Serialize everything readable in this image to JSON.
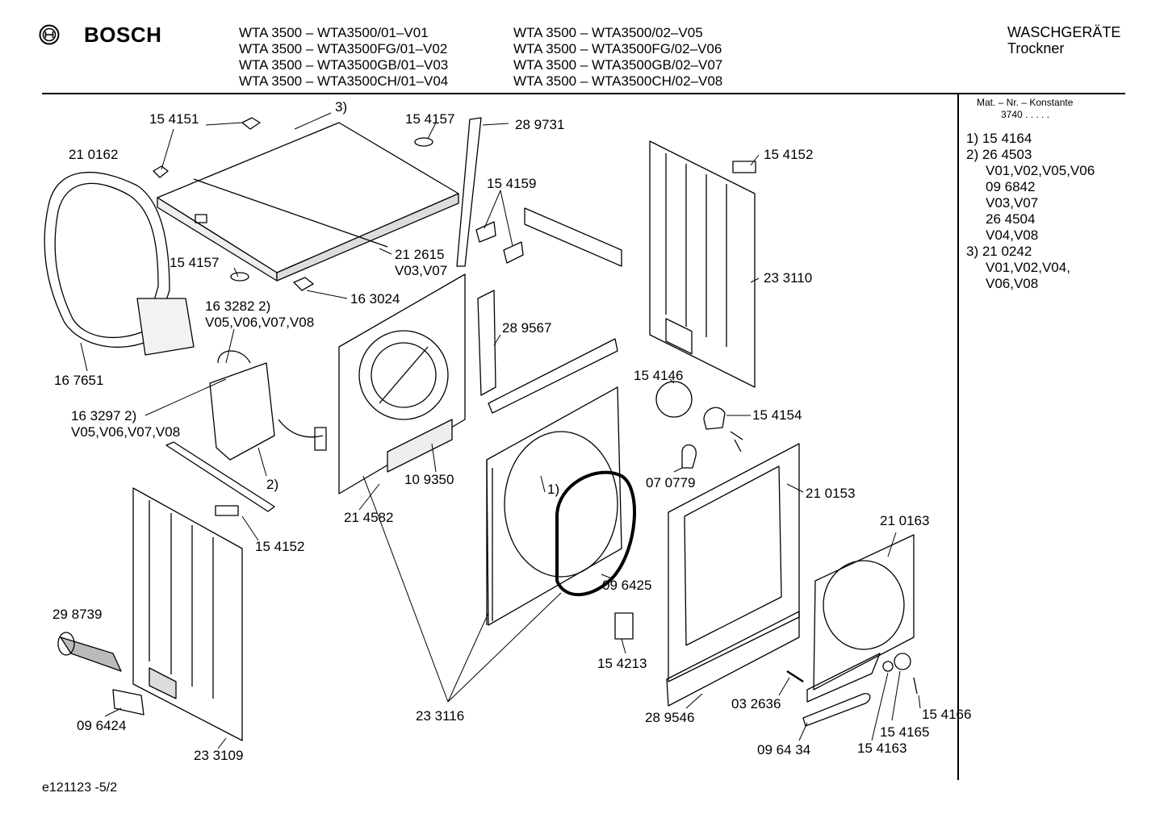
{
  "header": {
    "brand": "BOSCH",
    "models_left": [
      "WTA 3500 – WTA3500/01–V01",
      "WTA 3500 – WTA3500FG/01–V02",
      "WTA 3500 – WTA3500GB/01–V03",
      "WTA 3500 – WTA3500CH/01–V04"
    ],
    "models_right": [
      "WTA 3500 – WTA3500/02–V05",
      "WTA 3500 – WTA3500FG/02–V06",
      "WTA 3500 – WTA3500GB/02–V07",
      "WTA 3500 – WTA3500CH/02–V08"
    ],
    "category": "WASCHGERÄTE",
    "subcategory": "Trockner"
  },
  "sidebar": {
    "matnr_label": "Mat. – Nr. – Konstante",
    "matnr_value": "3740  .  .  .  .  .",
    "notes": [
      "1) 15 4164",
      "2) 26 4503",
      "V01,V02,V05,V06",
      "09 6842",
      "V03,V07",
      "26 4504",
      "V04,V08",
      "3) 21 0242",
      "V01,V02,V04,",
      "V06,V08"
    ]
  },
  "parts": [
    {
      "text": "15 4151"
    },
    {
      "text": "3)"
    },
    {
      "text": "21 0162"
    },
    {
      "text": "15 4157"
    },
    {
      "text": "28 9731"
    },
    {
      "text": "15 4152"
    },
    {
      "text": "15 4159"
    },
    {
      "text": "15 4157"
    },
    {
      "text": "21 2615"
    },
    {
      "text": "V03,V07"
    },
    {
      "text": "16 3024"
    },
    {
      "text": "16 3282 2)"
    },
    {
      "text": "V05,V06,V07,V08"
    },
    {
      "text": "23 3110"
    },
    {
      "text": "28 9567"
    },
    {
      "text": "16 7651"
    },
    {
      "text": "15 4146"
    },
    {
      "text": "15 4154"
    },
    {
      "text": "16 3297 2)"
    },
    {
      "text": "V05,V06,V07,V08"
    },
    {
      "text": "2)"
    },
    {
      "text": "10 9350"
    },
    {
      "text": "1)"
    },
    {
      "text": "07 0779"
    },
    {
      "text": "21 0153"
    },
    {
      "text": "21 4582"
    },
    {
      "text": "15 4152"
    },
    {
      "text": "21 0163"
    },
    {
      "text": "09 6425"
    },
    {
      "text": "29 8739"
    },
    {
      "text": "15 4213"
    },
    {
      "text": "03 2636"
    },
    {
      "text": "15 4166"
    },
    {
      "text": "28 9546"
    },
    {
      "text": "23 3116"
    },
    {
      "text": "15 4165"
    },
    {
      "text": "09 6424"
    },
    {
      "text": "23 3109"
    },
    {
      "text": "09 64 34"
    },
    {
      "text": "15 4163"
    }
  ],
  "footer": {
    "code": "e121123 -5/2"
  }
}
